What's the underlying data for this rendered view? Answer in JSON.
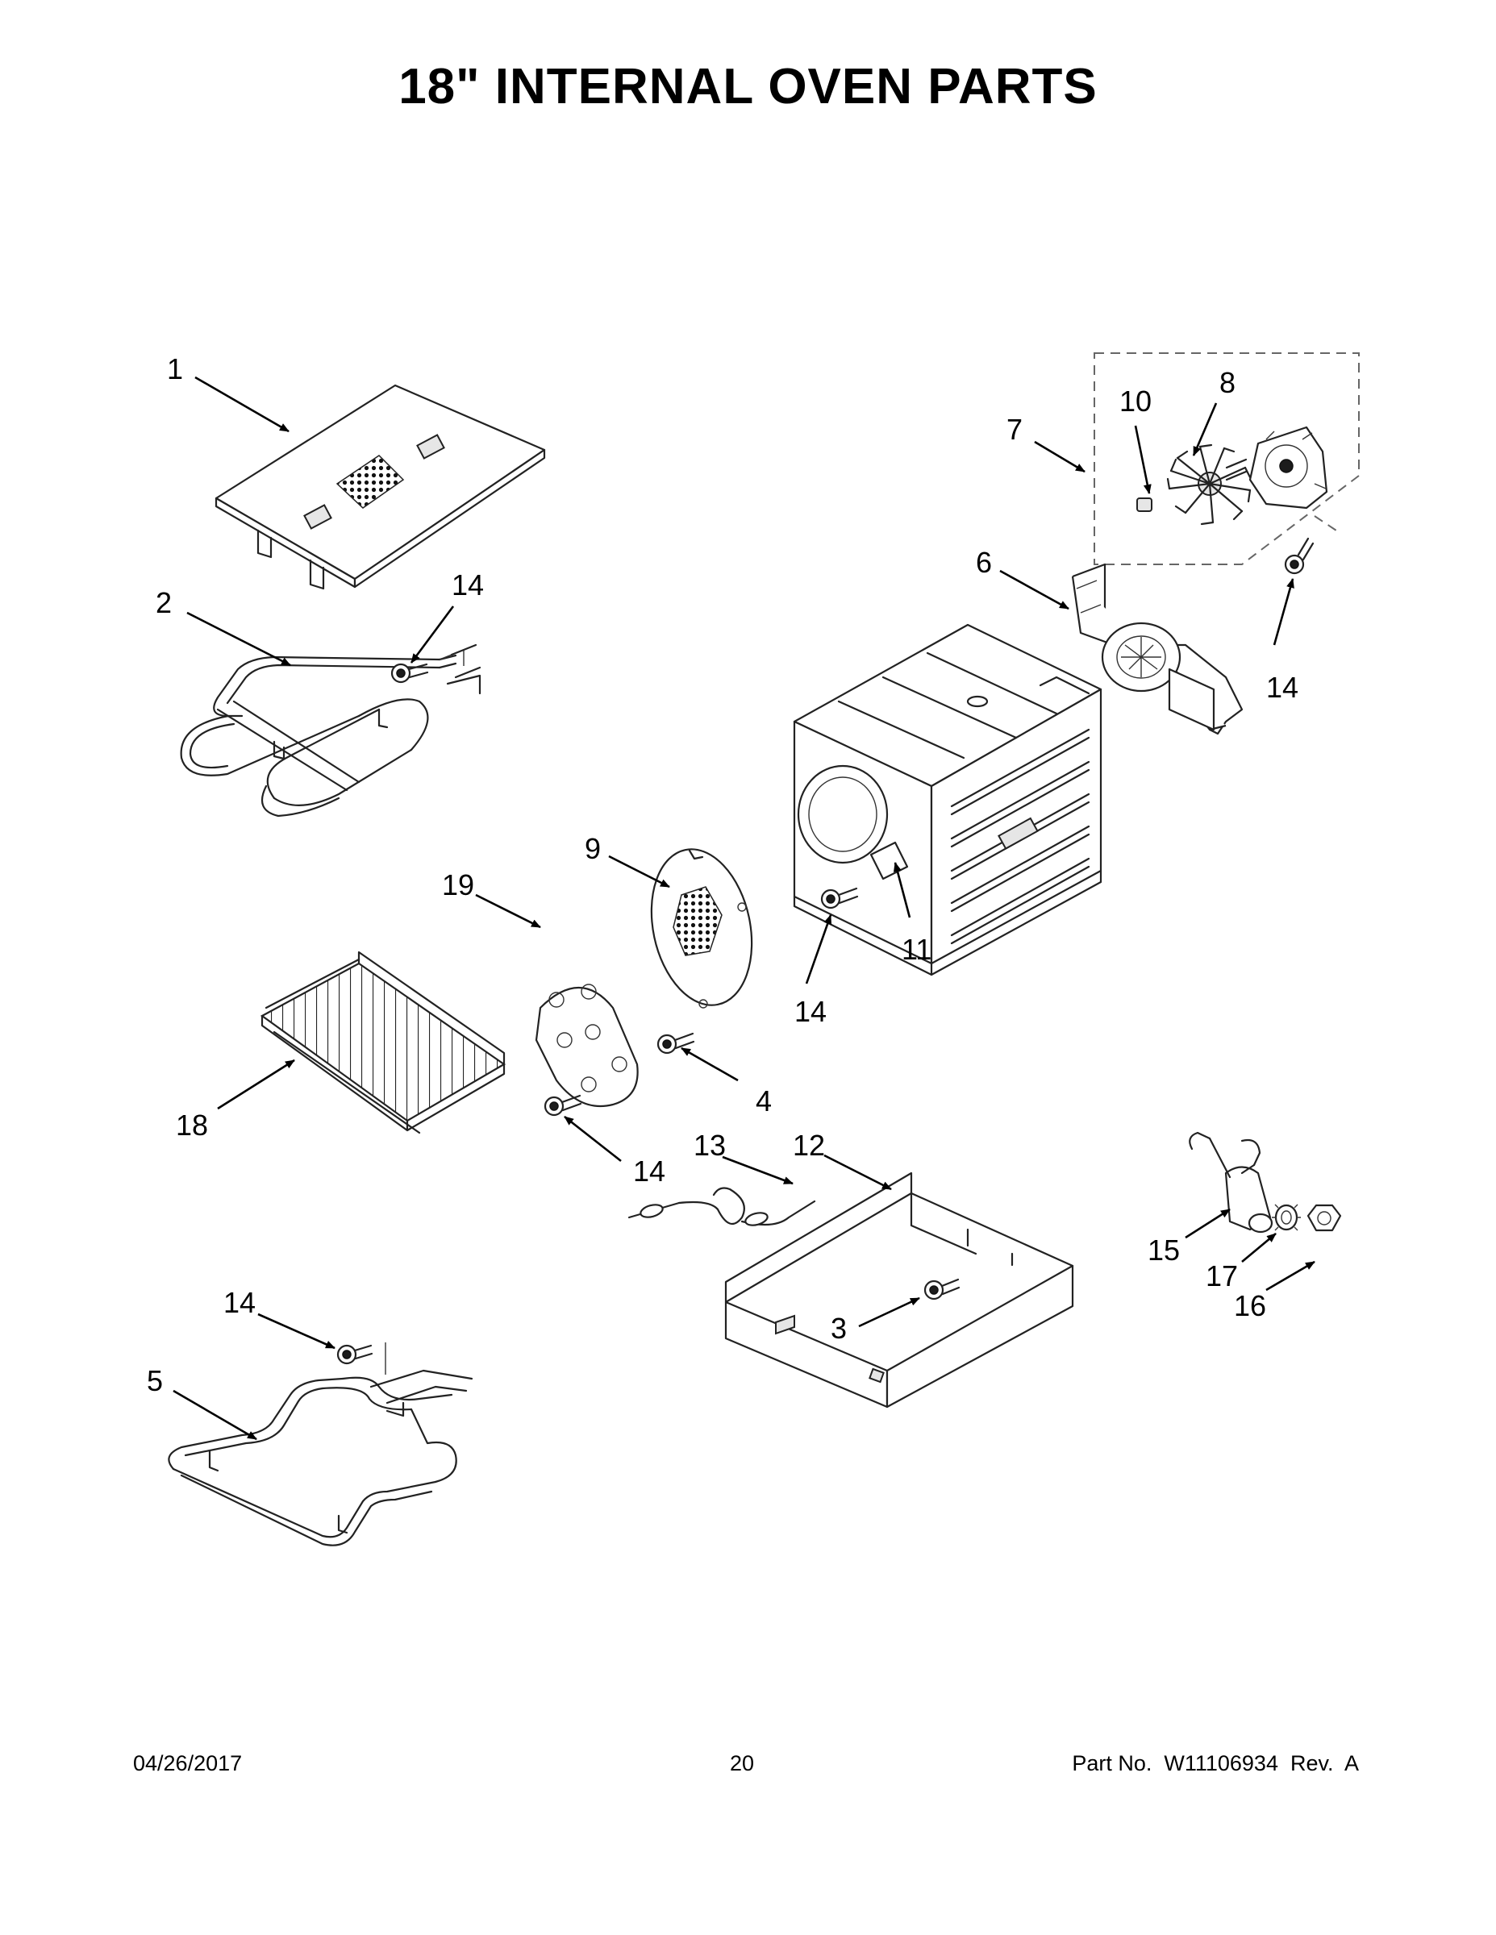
{
  "title": "18\" INTERNAL OVEN PARTS",
  "callouts": [
    "1",
    "2",
    "14",
    "7",
    "10",
    "8",
    "6",
    "14",
    "9",
    "19",
    "11",
    "14",
    "18",
    "4",
    "13",
    "12",
    "14",
    "15",
    "17",
    "16",
    "3",
    "14",
    "5"
  ],
  "footer": {
    "date": "04/26/2017",
    "page": "20",
    "part": "Part No.  W11106934  Rev.  A"
  }
}
